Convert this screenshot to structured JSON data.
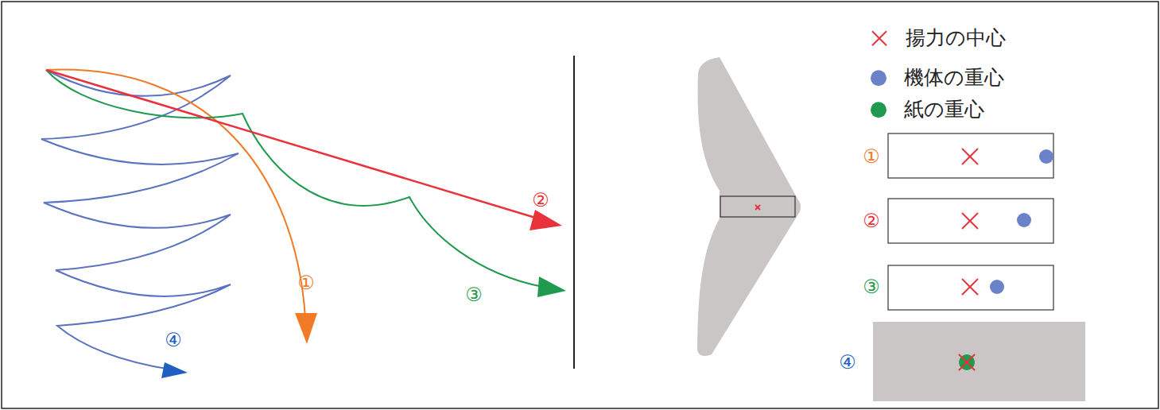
{
  "diagram": {
    "labels": [
      "①",
      "②",
      "③",
      "④",
      "①",
      "②",
      "③",
      "④"
    ],
    "legend": [
      {
        "text": "揚力の中心"
      },
      {
        "text": "機体の重心",
        "color": "#6a82c8"
      },
      {
        "text": "紙の重心",
        "color": "#1f9a4e"
      }
    ]
  }
}
